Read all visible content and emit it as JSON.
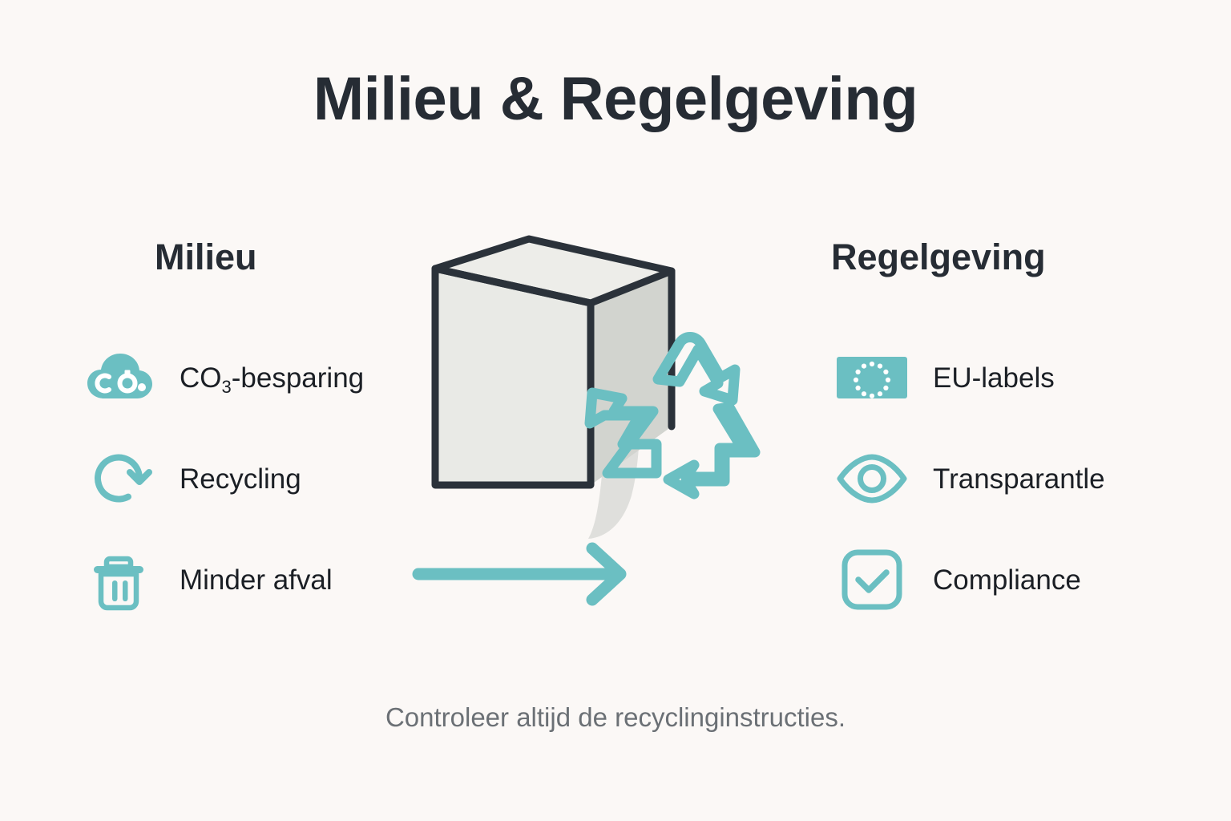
{
  "page": {
    "title": "Milieu & Regelgeving",
    "background_color": "#FBF8F6",
    "accent_color": "#6BBFC2",
    "heading_color": "#262C34",
    "body_text_color": "#1B1F25",
    "footer_text_color": "#6B7075"
  },
  "columns": {
    "left": {
      "heading": "Milieu",
      "items": [
        {
          "label": "CO",
          "sub": "3",
          "label_tail": "-besparing",
          "icon": "co2-cloud-icon"
        },
        {
          "label": "Recycling",
          "icon": "recycling-arrow-icon"
        },
        {
          "label": "Minder afval",
          "icon": "trash-can-icon"
        }
      ]
    },
    "right": {
      "heading": "Regelgeving",
      "items": [
        {
          "label": "EU-labels",
          "icon": "eu-flag-icon"
        },
        {
          "label": "Transparantle",
          "icon": "eye-icon"
        },
        {
          "label": "Compliance",
          "icon": "checkbox-check-icon"
        }
      ]
    }
  },
  "illustration": {
    "box": {
      "name": "cardboard-box-3d",
      "outline_color": "#2B323A",
      "top_face_color": "#EDEDE9",
      "left_face_color": "#E8E9E5",
      "right_face_color": "#DCDED9",
      "shadow_color": "#C8CAC6"
    },
    "recycling_symbol": {
      "name": "recycling-symbol",
      "color": "#6BBFC2"
    },
    "flow_arrow": {
      "name": "flow-arrow-right",
      "color": "#6BBFC2",
      "direction": "right"
    }
  },
  "footer": {
    "note": "Controleer altijd de recyclinginstructies."
  }
}
